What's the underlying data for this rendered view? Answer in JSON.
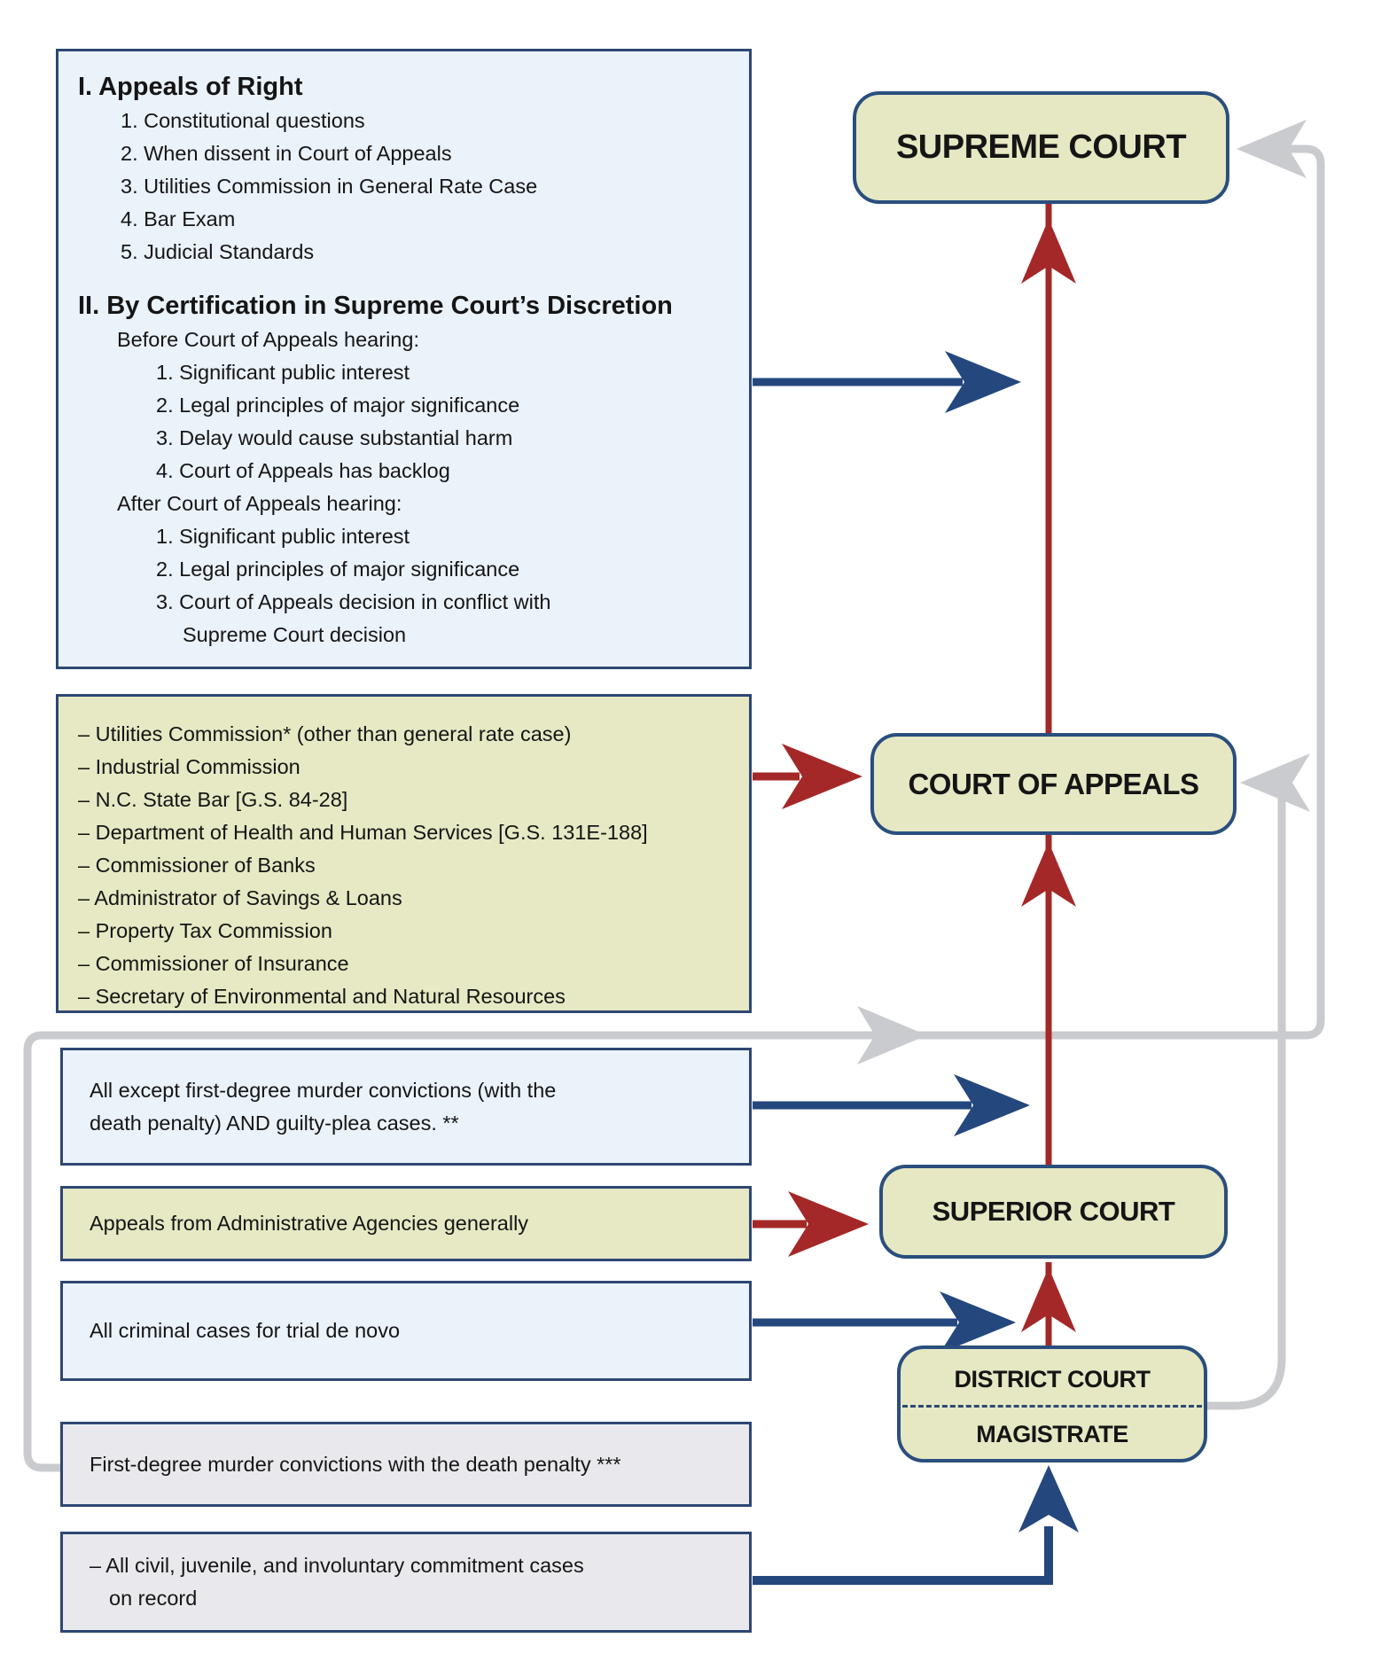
{
  "colors": {
    "red_arrow": "#a42828",
    "blue_arrow": "#24477e",
    "gray_arrow": "#c9cbce",
    "khaki_fill": "#e6e9c3",
    "light_blue_fill": "#eaf2fa",
    "light_gray_fill": "#e9e9ed",
    "navy_border": "#2e4773",
    "court_border": "#2a4e7e"
  },
  "box_appeals": {
    "heading_i": "I. Appeals of Right",
    "items_i": [
      "1. Constitutional questions",
      "2. When dissent in Court of Appeals",
      "3. Utilities Commission in General Rate Case",
      "4. Bar Exam",
      "5. Judicial Standards"
    ],
    "heading_ii": "II. By Certification in Supreme Court’s Discretion",
    "before_label": "Before Court of Appeals hearing:",
    "items_before": [
      "1. Significant public interest",
      "2. Legal principles of major significance",
      "3. Delay would cause substantial harm",
      "4. Court of Appeals has backlog"
    ],
    "after_label": "After Court of Appeals hearing:",
    "items_after": [
      "1. Significant public interest",
      "2. Legal principles of major significance",
      "3. Court of Appeals decision in conflict with"
    ],
    "after_continuation": "Supreme Court decision"
  },
  "box_agencies": {
    "items": [
      "– Utilities Commission* (other than general rate case)",
      "– Industrial Commission",
      "– N.C. State Bar [G.S. 84-28]",
      "– Department of Health and Human Services [G.S. 131E-188]",
      "– Commissioner of Banks",
      "– Administrator of Savings & Loans",
      "– Property Tax Commission",
      "– Commissioner of Insurance",
      "– Secretary of Environmental and Natural Resources"
    ]
  },
  "box_all_except": {
    "line1": "All except first-degree murder convictions (with the",
    "line2": "death penalty) AND guilty-plea cases. **"
  },
  "box_admin_agencies": {
    "text": "Appeals from Administrative Agencies generally"
  },
  "box_criminal": {
    "text": "All criminal cases for trial de novo"
  },
  "box_murder": {
    "text": "First-degree murder convictions with the death penalty ***"
  },
  "box_civil": {
    "line1": "– All civil, juvenile, and involuntary commitment cases",
    "line2": "on record"
  },
  "courts": {
    "supreme": "SUPREME COURT",
    "appeals": "COURT OF APPEALS",
    "superior": "SUPERIOR COURT",
    "district": "DISTRICT COURT",
    "magistrate": "MAGISTRATE"
  }
}
